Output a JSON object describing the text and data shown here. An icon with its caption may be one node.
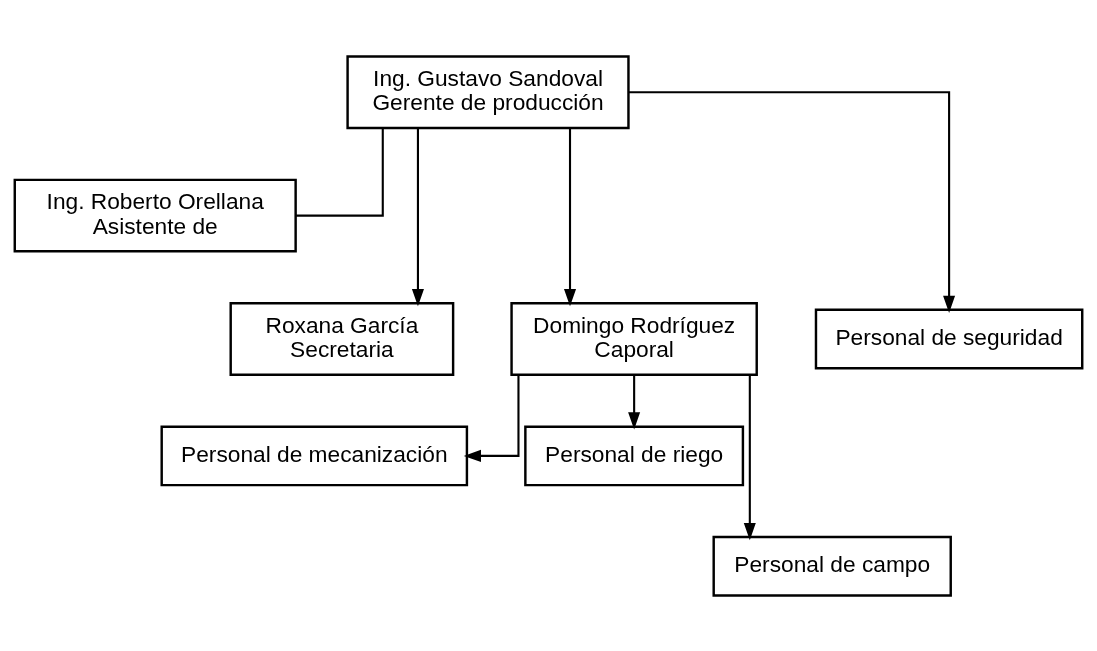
{
  "diagram": {
    "nodes": [
      {
        "text": [
          "Ing. Gustavo Sandoval",
          "Gerente de producción"
        ]
      },
      {
        "text": [
          "Ing. Roberto Orellana",
          "Asistente de"
        ]
      },
      {
        "text": [
          "Roxana García",
          "Secretaria"
        ]
      },
      {
        "text": [
          "Domingo Rodríguez",
          "Caporal"
        ]
      },
      {
        "text": [
          "Personal de seguridad"
        ]
      },
      {
        "text": [
          "Personal de mecanización"
        ]
      },
      {
        "text": [
          "Personal de riego"
        ]
      },
      {
        "text": [
          "Personal de campo"
        ]
      }
    ],
    "edges": [
      {
        "from": 0,
        "to": 1,
        "arrow": "none"
      },
      {
        "from": 0,
        "to": 2,
        "arrow": "to"
      },
      {
        "from": 0,
        "to": 3,
        "arrow": "to"
      },
      {
        "from": 0,
        "to": 4,
        "arrow": "to"
      },
      {
        "from": 3,
        "to": 5,
        "arrow": "to"
      },
      {
        "from": 3,
        "to": 6,
        "arrow": "to"
      },
      {
        "from": 3,
        "to": 7,
        "arrow": "to"
      }
    ]
  }
}
